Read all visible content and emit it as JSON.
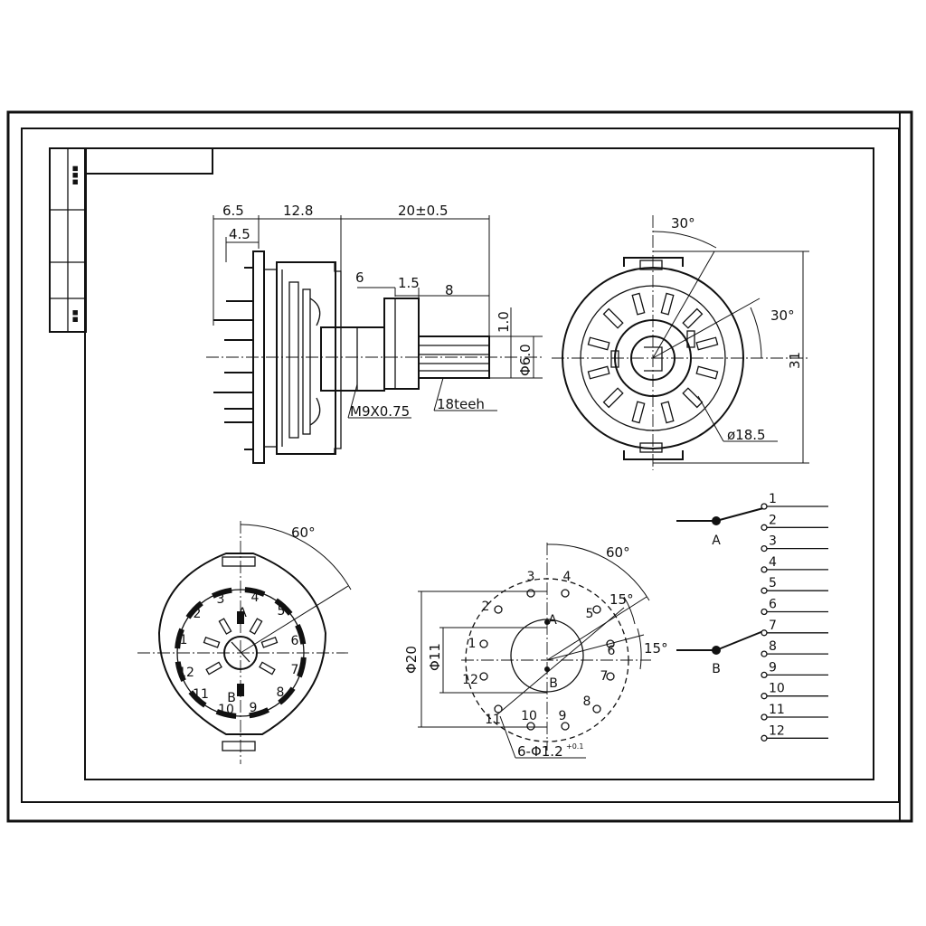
{
  "frame": {
    "title_block": {
      "cell_1": "▪▪▪",
      "cell_2": "▪▪"
    }
  },
  "side_view": {
    "dim_6_5": "6.5",
    "dim_4_5": "4.5",
    "dim_12_8": "12.8",
    "dim_20": "20±0.5",
    "dim_6": "6",
    "dim_1_5": "1.5",
    "dim_8": "8",
    "dim_1_0": "1.0",
    "dim_phi6": "Φ6.0",
    "thread": "M9X0.75",
    "teeth": "18teeh"
  },
  "front_view": {
    "angle_top": "30°",
    "angle_right": "30°",
    "height": "31",
    "diameter": "ø18.5"
  },
  "rear_view": {
    "angle": "60°",
    "pin_labels": [
      "1",
      "2",
      "3",
      "4",
      "5",
      "6",
      "7",
      "8",
      "9",
      "10",
      "11",
      "12"
    ],
    "pole_a": "A",
    "pole_b": "B"
  },
  "hole_layout": {
    "angle_60": "60°",
    "angle_15a": "15°",
    "angle_15b": "15°",
    "dia_20": "Φ20",
    "dia_11": "Φ11",
    "holes": "6-Φ1.2",
    "holes_tol": "+0.1",
    "pin_labels": [
      "1",
      "2",
      "3",
      "4",
      "5",
      "6",
      "7",
      "8",
      "9",
      "10",
      "11",
      "12"
    ],
    "pole_a": "A",
    "pole_b": "B"
  },
  "schematic": {
    "pole_a": "A",
    "pole_b": "B",
    "positions": [
      "1",
      "2",
      "3",
      "4",
      "5",
      "6",
      "7",
      "8",
      "9",
      "10",
      "11",
      "12"
    ]
  }
}
